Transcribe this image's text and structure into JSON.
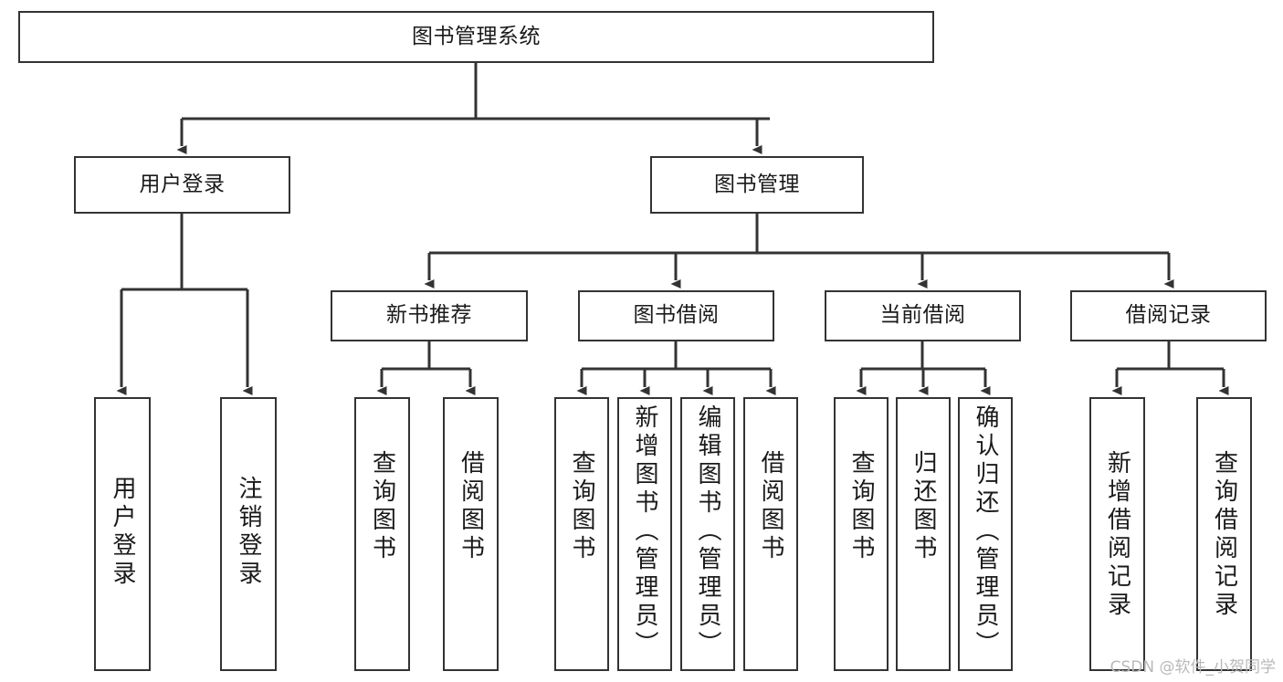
{
  "diagram": {
    "title": "图书管理系统",
    "type": "hierarchy-tree",
    "line_color": "#333333",
    "box_fill": "#ffffff",
    "text_color": "#1a1a1a",
    "watermark": "CSDN @软件_小贺同学"
  },
  "nodes": {
    "root": {
      "label": "图书管理系统"
    },
    "level1": [
      {
        "label": "用户登录"
      },
      {
        "label": "图书管理"
      }
    ],
    "level2": [
      {
        "label": "新书推荐"
      },
      {
        "label": "图书借阅"
      },
      {
        "label": "当前借阅"
      },
      {
        "label": "借阅记录"
      }
    ],
    "leaves": [
      {
        "label": "用户登录"
      },
      {
        "label": "注销登录"
      },
      {
        "label": "查询图书"
      },
      {
        "label": "借阅图书"
      },
      {
        "label": "查询图书"
      },
      {
        "label": "新增图书（管理员）"
      },
      {
        "label": "编辑图书（管理员）"
      },
      {
        "label": "借阅图书"
      },
      {
        "label": "查询图书"
      },
      {
        "label": "归还图书"
      },
      {
        "label": "确认归还（管理员）"
      },
      {
        "label": "新增借阅记录"
      },
      {
        "label": "查询借阅记录"
      }
    ]
  }
}
